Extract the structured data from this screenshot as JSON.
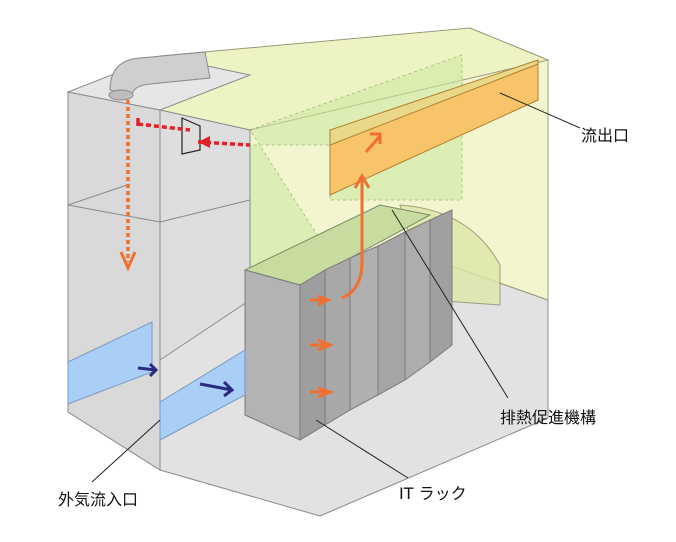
{
  "labels": {
    "outlet": "流出口",
    "exhaust_mechanism": "排熱促進機構",
    "inlet": "外気流入口",
    "it_rack": "IT ラック"
  },
  "colors": {
    "wall_gray": "#d9d9d9",
    "wall_gray_dark": "#c8c8c8",
    "floor_gray": "#e2e2e2",
    "hot_zone_yellow": "#eaf2b0",
    "hot_zone_green": "#d6f0a0",
    "outlet_orange": "#f7c46a",
    "inlet_blue": "#a9cff7",
    "rack_gray": "#b3b3b3",
    "airflow_orange": "#f07030",
    "airflow_red": "#e0202a",
    "inflow_navy": "#2a2a80",
    "outline": "#8a8a8a"
  },
  "icons": [
    "duct-elbow",
    "damper-valve",
    "flow-arrow"
  ]
}
